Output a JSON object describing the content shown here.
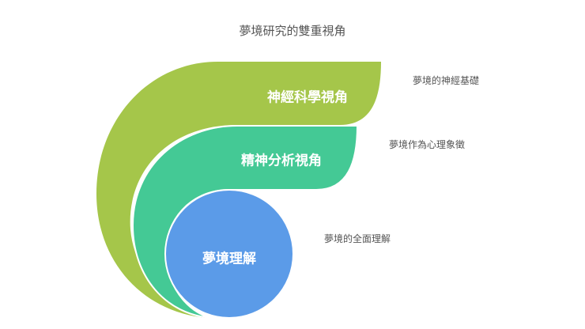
{
  "title": "夢境研究的雙重視角",
  "layers": [
    {
      "label": "神經科學視角",
      "description": "夢境的神經基礎",
      "color": "#a5c64a"
    },
    {
      "label": "精神分析視角",
      "description": "夢境作為心理象徵",
      "color": "#44c995"
    },
    {
      "label": "夢境理解",
      "description": "夢境的全面理解",
      "color": "#5b9be8"
    }
  ]
}
